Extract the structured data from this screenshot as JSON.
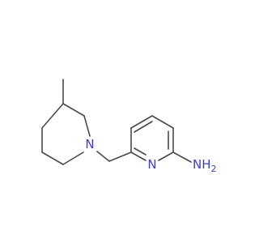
{
  "molecule": {
    "atoms": {
      "piperidine_n": {
        "label": "N",
        "color": "#3b3bd6"
      },
      "pyridine_n": {
        "label": "N",
        "color": "#3b3bd6"
      },
      "amine": {
        "label": "NH",
        "subscript": "2",
        "color": "#3b3bd6"
      }
    },
    "bond_color": "#4a4a4a"
  }
}
